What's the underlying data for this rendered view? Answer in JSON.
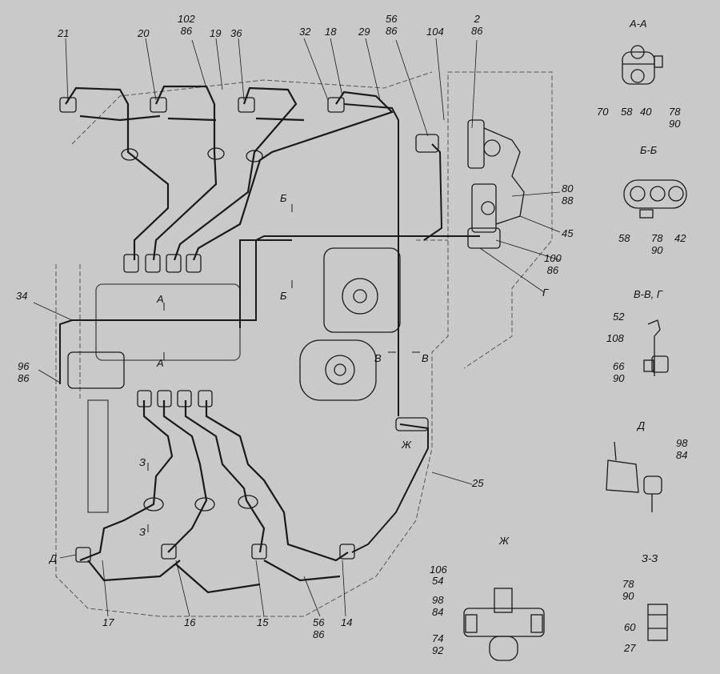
{
  "labels": {
    "l21": "21",
    "l20": "20",
    "l102_86": "102\n86",
    "l19": "19",
    "l36": "36",
    "l32": "32",
    "l18": "18",
    "l29": "29",
    "l56_86_top": "56\n86",
    "l104": "104",
    "l2_86": "2\n86",
    "l80_88": "80\n88",
    "l45": "45",
    "l100_86": "100\n86",
    "lG": "Г",
    "l34": "34",
    "l96_86": "96\n86",
    "l25": "25",
    "l17": "17",
    "l16": "16",
    "l15": "15",
    "l56_86_bot": "56\n86",
    "l14": "14",
    "lD": "Д",
    "lZhe": "Ж",
    "lB_top": "Б",
    "lB_bot": "Б",
    "lA_top": "А",
    "lA_bot": "А",
    "lV_left": "В",
    "lV_right": "В",
    "lZ_top": "З",
    "lZ_bot": "З"
  },
  "sections": {
    "aa": {
      "title": "А-А",
      "nums": [
        "70",
        "58",
        "40",
        "78\n90"
      ]
    },
    "bb": {
      "title": "Б-Б",
      "nums": [
        "58",
        "78\n90",
        "42"
      ]
    },
    "vv": {
      "title": "В-В, Г",
      "nums": [
        "52",
        "108",
        "66\n90"
      ]
    },
    "d": {
      "title": "Д",
      "nums": [
        "98\n84"
      ]
    },
    "zhe": {
      "title": "Ж",
      "nums": [
        "106",
        "54",
        "98\n84",
        "74\n92"
      ]
    },
    "zz": {
      "title": "З-З",
      "nums": [
        "78\n90",
        "60",
        "27"
      ]
    }
  }
}
